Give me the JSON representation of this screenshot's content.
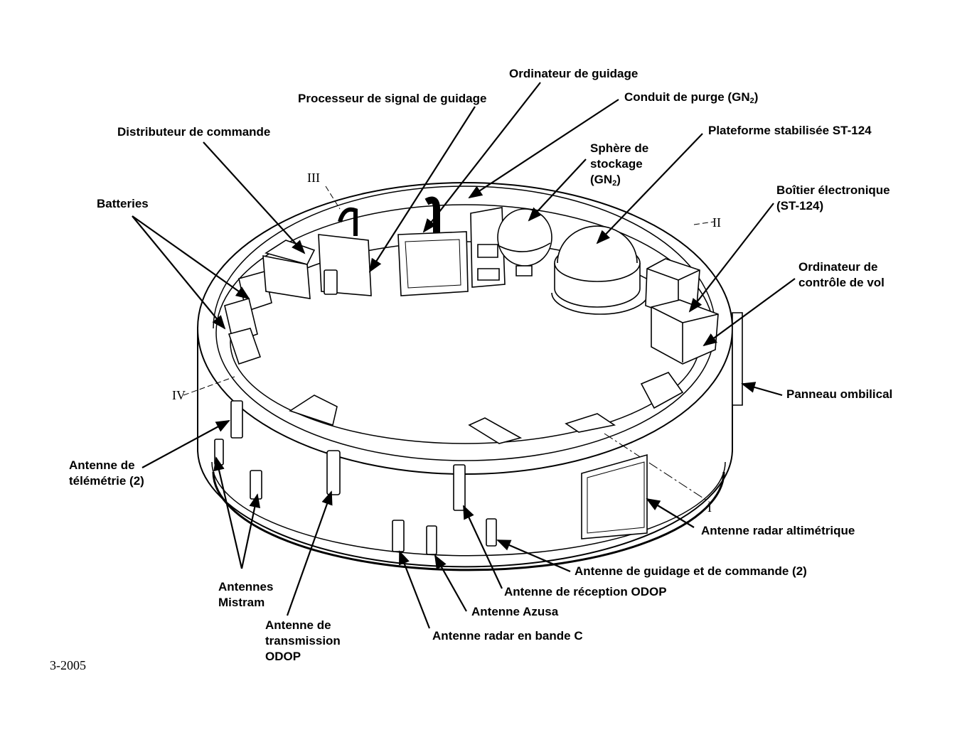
{
  "labels": {
    "ordinateur_guidage": "Ordinateur de guidage",
    "processeur_signal": "Processeur de signal de guidage",
    "conduit_purge": "Conduit de purge (GN",
    "conduit_purge_sub": "2",
    "conduit_purge_end": ")",
    "distributeur": "Distributeur de commande",
    "plateforme": "Plateforme stabilisée ST-124",
    "sphere_l1": "Sphère de",
    "sphere_l2": "stockage",
    "sphere_l3_a": "(GN",
    "sphere_l3_sub": "2",
    "sphere_l3_b": ")",
    "batteries": "Batteries",
    "boitier_l1": "Boîtier électronique",
    "boitier_l2": "(ST-124)",
    "ordinateur_vol_l1": "Ordinateur de",
    "ordinateur_vol_l2": "contrôle de vol",
    "panneau": "Panneau ombilical",
    "telemetrie_l1": "Antenne de",
    "telemetrie_l2": "télémétrie (2)",
    "radar_alti": "Antenne radar altimétrique",
    "guidage_cmd": "Antenne de guidage et de commande (2)",
    "reception_odop": "Antenne de réception ODOP",
    "azusa": "Antenne Azusa",
    "radar_c": "Antenne radar en bande C",
    "mistram_l1": "Antennes",
    "mistram_l2": "Mistram",
    "transmission_l1": "Antenne de",
    "transmission_l2": "transmission",
    "transmission_l3": "ODOP"
  },
  "positions": {
    "i": "I",
    "ii": "II",
    "iii": "III",
    "iv": "IV"
  },
  "figure_number": "3-2005"
}
